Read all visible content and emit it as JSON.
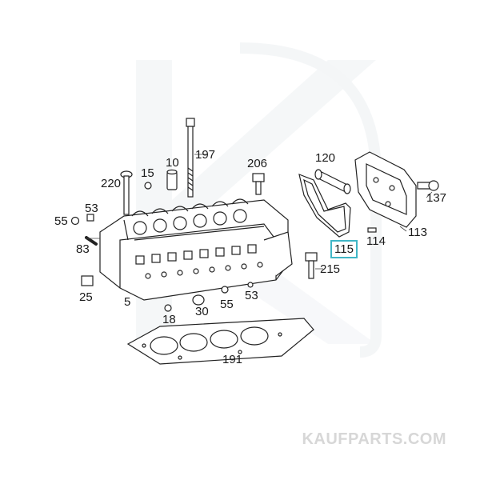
{
  "diagram": {
    "callouts": [
      "220",
      "15",
      "10",
      "197",
      "206",
      "120",
      "53",
      "55",
      "83",
      "137",
      "114",
      "113",
      "115",
      "215",
      "25",
      "5",
      "18",
      "30",
      "55",
      "53",
      "191"
    ],
    "highlighted": "115",
    "watermark": "KAUFPARTS.COM"
  }
}
